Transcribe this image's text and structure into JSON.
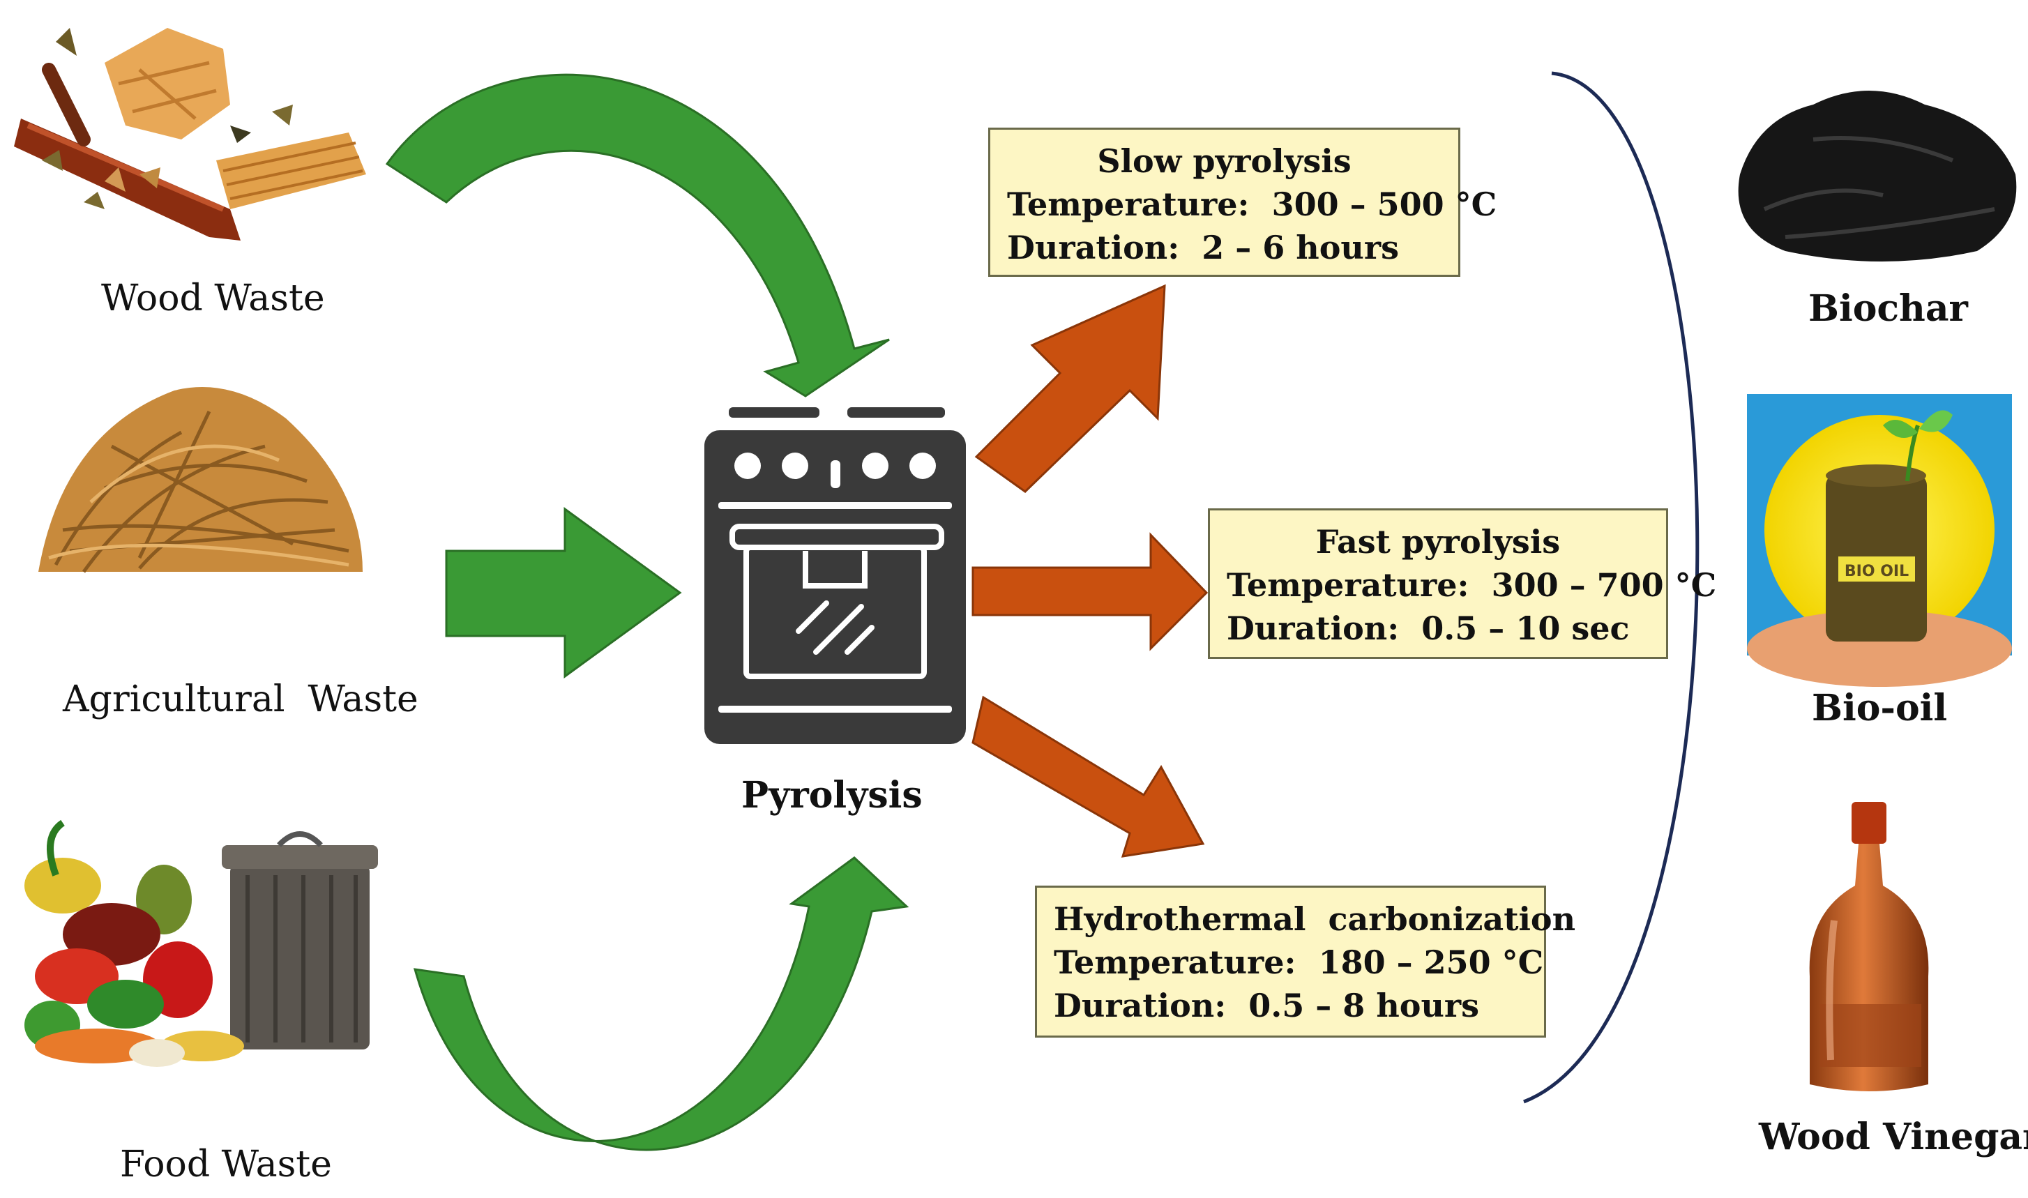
{
  "feedstocks": [
    {
      "label": "Wood Waste"
    },
    {
      "label": "Agricultural  Waste"
    },
    {
      "label": "Food Waste"
    }
  ],
  "process": {
    "label": "Pyrolysis"
  },
  "methods": [
    {
      "title": "Slow pyrolysis",
      "temperature_label": "Temperature:",
      "temperature": "300 – 500 °C",
      "duration_label": "Duration:",
      "duration": "2 – 6 hours"
    },
    {
      "title": "Fast pyrolysis",
      "temperature_label": "Temperature:",
      "temperature": "300 – 700 °C",
      "duration_label": "Duration:",
      "duration": "0.5 – 10 sec"
    },
    {
      "title": "Hydrothermal  carbonization",
      "temperature_label": "Temperature:",
      "temperature": "180 – 250 °C",
      "duration_label": "Duration:",
      "duration": "0.5 – 8 hours"
    }
  ],
  "products": [
    {
      "label": "Biochar"
    },
    {
      "label": "Bio-oil",
      "drum_text": "BIO OIL"
    },
    {
      "label": "Wood Vinegar"
    }
  ],
  "colors": {
    "input_arrow": "#3a9a35",
    "output_arrow": "#c9500f",
    "box_fill": "#fdf6c4",
    "oven": "#3a3a3a"
  }
}
